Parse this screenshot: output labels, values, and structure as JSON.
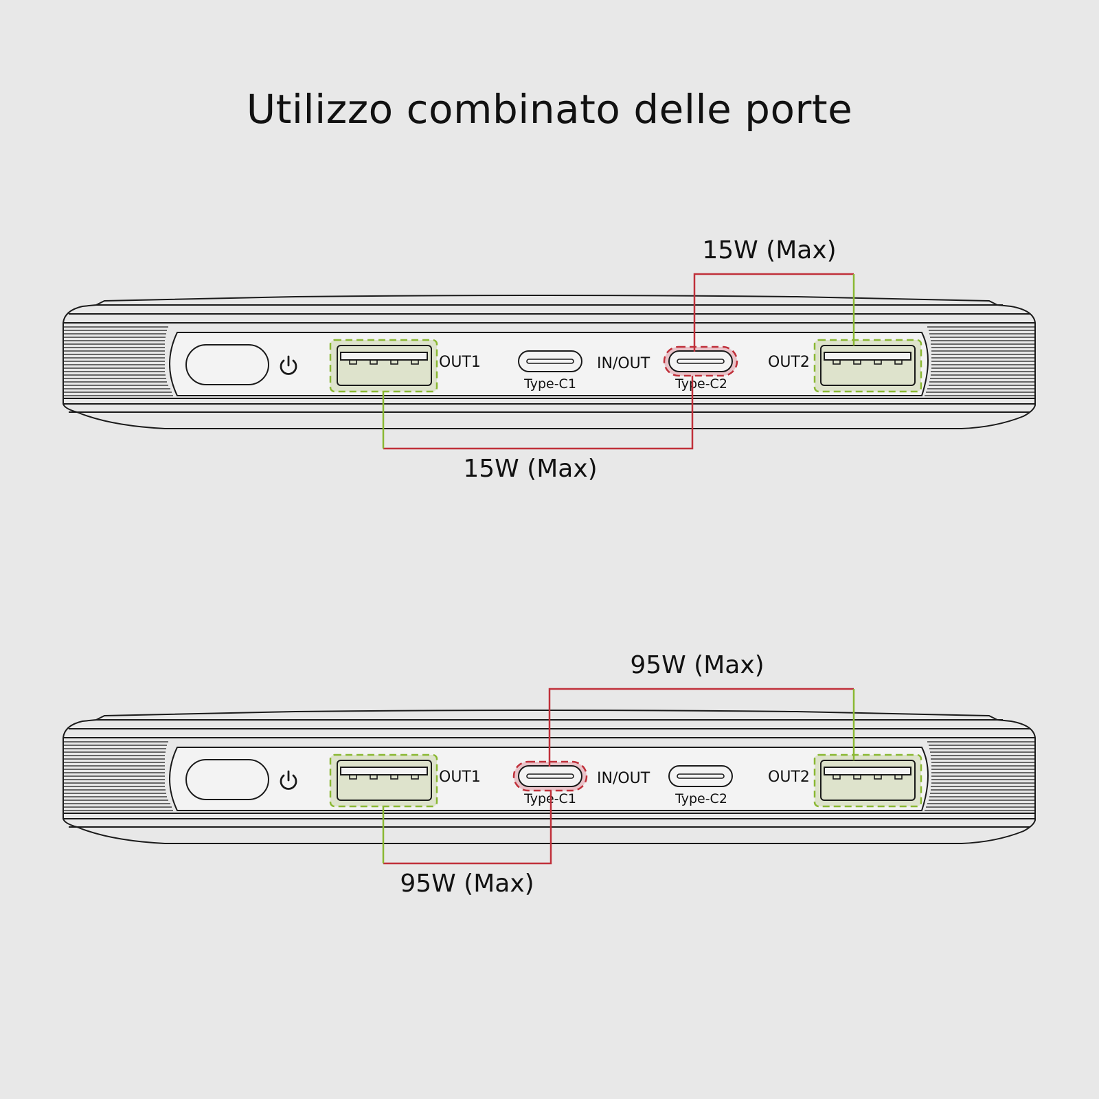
{
  "title": "Utilizzo combinato delle porte",
  "colors": {
    "background": "#e8e8e8",
    "active_usb_a": "#8ab832",
    "active_usb_a_fill": "#dee3cc",
    "active_usb_c": "#c0303a",
    "active_usb_c_fill": "#e9c3c9",
    "connector_red": "#c0303a",
    "connector_green": "#8ab832"
  },
  "scenarios": [
    {
      "ports": {
        "out1": "OUT1",
        "type_c1": "Type-C1",
        "in_out": "IN/OUT",
        "type_c2": "Type-C2",
        "out2": "OUT2"
      },
      "active_type_c": "Type-C2",
      "top_power": "15W (Max)",
      "bottom_power": "15W (Max)"
    },
    {
      "ports": {
        "out1": "OUT1",
        "type_c1": "Type-C1",
        "in_out": "IN/OUT",
        "type_c2": "Type-C2",
        "out2": "OUT2"
      },
      "active_type_c": "Type-C1",
      "top_power": "95W (Max)",
      "bottom_power": "95W (Max)"
    }
  ],
  "icons": [
    "power-icon",
    "power-button",
    "usb-a-port-icon",
    "usb-c-port-icon"
  ]
}
